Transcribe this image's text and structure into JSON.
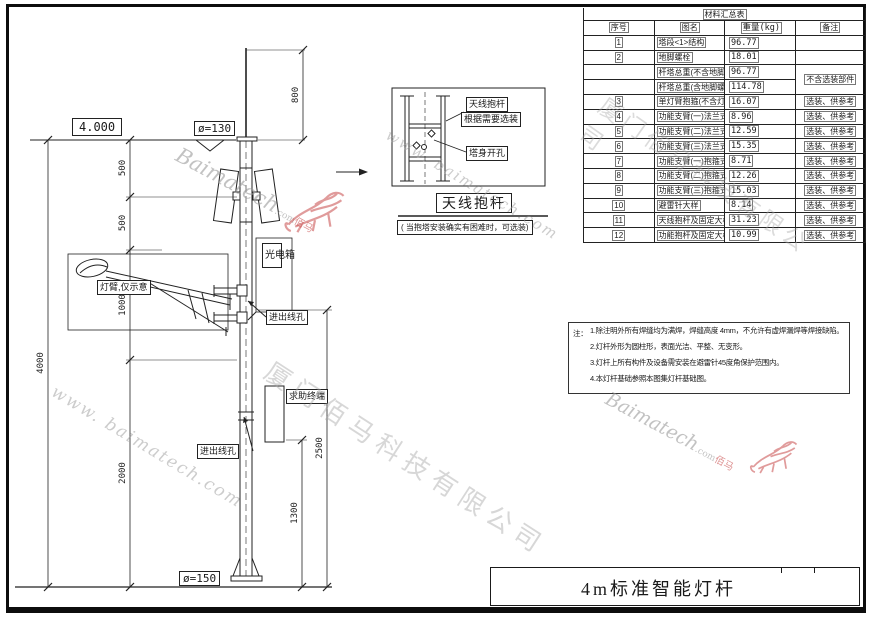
{
  "sheet": {
    "title_bar": {
      "title": "4m标准智能灯杆"
    }
  },
  "materials_table": {
    "title": "材料汇总表",
    "columns": [
      "序号",
      "图名",
      "重量(kg)",
      "备注"
    ],
    "rows": [
      {
        "no": "1",
        "name": "塔段<1>结构",
        "weight": "96.77",
        "remark": ""
      },
      {
        "no": "2",
        "name": "地脚螺栓",
        "weight": "18.01",
        "remark": ""
      },
      {
        "no": "",
        "name": "杆塔总重(不含地脚螺栓)",
        "weight": "96.77",
        "remark": "不含选装部件",
        "remark_rowspan": 2
      },
      {
        "no": "",
        "name": "杆塔总重(含地脚螺栓)",
        "weight": "114.78",
        "remark": null
      },
      {
        "no": "3",
        "name": "单灯臂抱箍(不含灯臂)",
        "weight": "16.07",
        "remark": "选装、供参考"
      },
      {
        "no": "4",
        "name": "功能支臂(一)法兰式结构图",
        "weight": "8.96",
        "remark": "选装、供参考"
      },
      {
        "no": "5",
        "name": "功能支臂(二)法兰式结构图",
        "weight": "12.59",
        "remark": "选装、供参考"
      },
      {
        "no": "6",
        "name": "功能支臂(三)法兰式结构图",
        "weight": "15.35",
        "remark": "选装、供参考"
      },
      {
        "no": "7",
        "name": "功能支臂(一)抱箍式结构图",
        "weight": "8.71",
        "remark": "选装、供参考"
      },
      {
        "no": "8",
        "name": "功能支臂(二)抱箍式结构图",
        "weight": "12.26",
        "remark": "选装、供参考"
      },
      {
        "no": "9",
        "name": "功能支臂(三)抱箍式结构图",
        "weight": "15.03",
        "remark": "选装、供参考"
      },
      {
        "no": "10",
        "name": "避雷针大样",
        "weight": "8.14",
        "remark": "选装、供参考"
      },
      {
        "no": "11",
        "name": "天线抱杆及固定大样(单层)",
        "weight": "31.23",
        "remark": "选装、供参考"
      },
      {
        "no": "12",
        "name": "功能抱杆及固定大样(单层)",
        "weight": "10.99",
        "remark": "选装、供参考"
      }
    ]
  },
  "notes": {
    "prefix": "注：",
    "lines": [
      "1.除注明外所有焊缝均为满焊，焊缝高度 4mm，不允许有虚焊漏焊等焊接缺陷。",
      "2.灯杆外形为圆柱形，表面光洁、平整、无变形。",
      "3.灯杆上所有构件及设备需安装在避雷针45度角保护范围内。",
      "4.本灯杆基础参照本图集灯杆基础图。"
    ]
  },
  "detail_view": {
    "callout_antenna": "天线抱杆",
    "callout_optional": "根据需要选装",
    "callout_hole": "塔身开孔",
    "title": "天线抱杆",
    "subtitle": "( 当抱塔安装确实有困难时，可选装)"
  },
  "elevation": {
    "level": "4.000",
    "top_diameter": "ø=130",
    "bottom_diameter": "ø=150",
    "labels": {
      "lamp_arm": "灯臂,仅示意",
      "photo_box": "光电箱",
      "cable_hole_upper": "进出线孔",
      "help_terminal": "求助终端",
      "cable_hole_lower": "进出线孔"
    },
    "dimensions": {
      "rod_height": "800",
      "left_total": "4000",
      "left_segments": [
        "500",
        "500",
        "1000",
        "2000"
      ],
      "right_outer": "2500",
      "right_inner": "1300"
    }
  },
  "watermarks": {
    "brand": "Baimatech",
    "brand_suffix": ".com",
    "brand_cn": "佰马",
    "url": "www. baimatech.com",
    "company": "厦门佰马科技有限公司"
  },
  "colors": {
    "line": "#1a1a1a",
    "accent_red": "#c84a4a",
    "watermark_gray": "#9a9a9a"
  }
}
